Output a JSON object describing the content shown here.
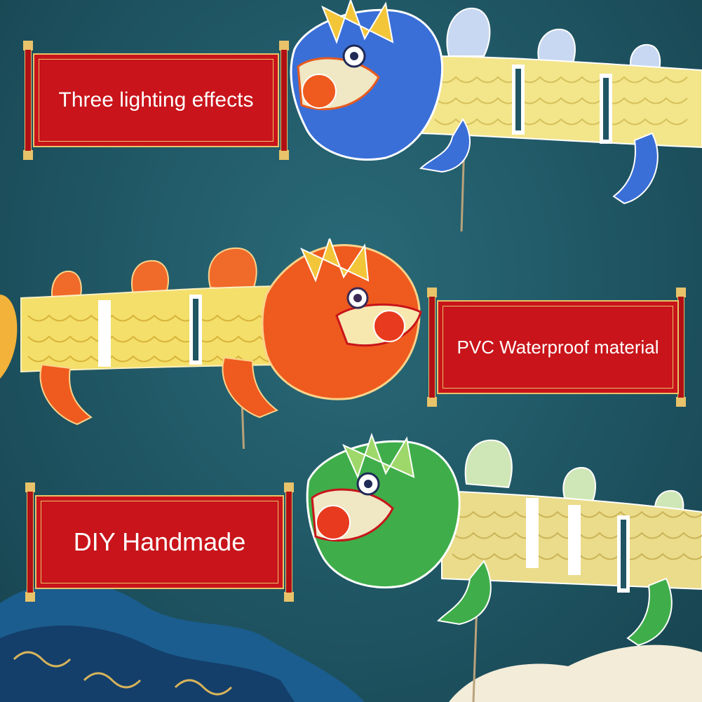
{
  "banners": {
    "lighting": "Three lighting effects",
    "material": "PVC Waterproof material",
    "handmade": "DIY Handmade"
  },
  "colors": {
    "background": "#1f5563",
    "banner_red": "#c8141a",
    "banner_gold": "#e8c36a",
    "dragon_blue": "#3a6fd8",
    "dragon_orange": "#ef5a1e",
    "dragon_green": "#3fae4a",
    "scales_yellow": "#f3e58a"
  },
  "icons": [
    "dragon-lantern-blue",
    "dragon-lantern-orange",
    "dragon-lantern-green",
    "ocean-wave"
  ]
}
